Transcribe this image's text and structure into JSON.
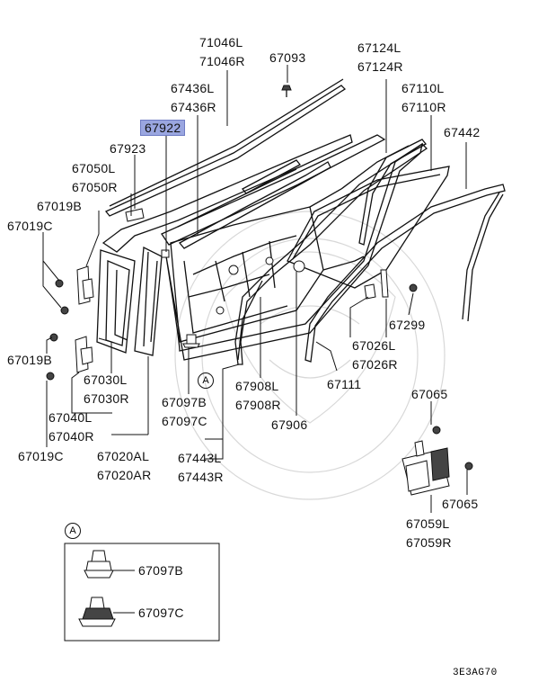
{
  "parts": {
    "p71046": [
      "71046L",
      "71046R"
    ],
    "p67093": "67093",
    "p67436": [
      "67436L",
      "67436R"
    ],
    "p67922": "67922",
    "p67923": "67923",
    "p67050": [
      "67050L",
      "67050R"
    ],
    "p67019b_top": "67019B",
    "p67019c_top": "67019C",
    "p67019b_mid": "67019B",
    "p67030": [
      "67030L",
      "67030R"
    ],
    "p67040": [
      "67040L",
      "67040R"
    ],
    "p67019c_bot": "67019C",
    "p67020": [
      "67020AL",
      "67020AR"
    ],
    "p67097": [
      "67097B",
      "67097C"
    ],
    "p67443": [
      "67443L",
      "67443R"
    ],
    "p67908": [
      "67908L",
      "67908R"
    ],
    "p67906": "67906",
    "p67124": [
      "67124L",
      "67124R"
    ],
    "p67110": [
      "67110L",
      "67110R"
    ],
    "p67442": "67442",
    "p67299": "67299",
    "p67026": [
      "67026L",
      "67026R"
    ],
    "p67111": "67111",
    "p67065_top": "67065",
    "p67065_bot": "67065",
    "p67059": [
      "67059L",
      "67059R"
    ]
  },
  "callout_marker": "A",
  "detail_box": {
    "marker": "A",
    "items": [
      "67097B",
      "67097C"
    ]
  },
  "diagram_code": "3E3AG70",
  "highlight_color": "#9aa6e0"
}
